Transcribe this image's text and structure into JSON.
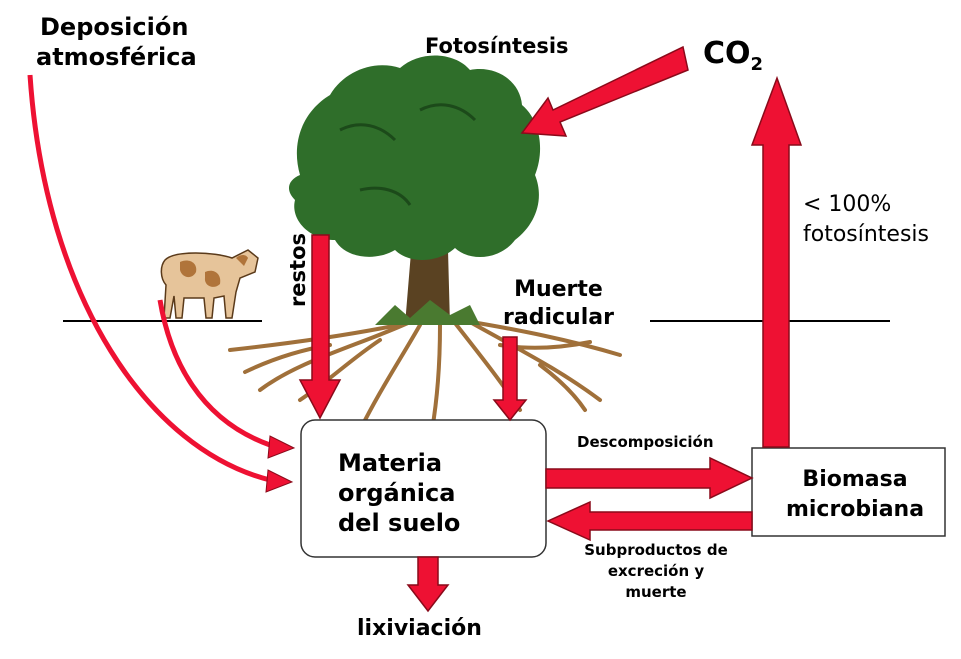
{
  "labels": {
    "deposition_line1": "Deposición",
    "deposition_line2": "atmosférica",
    "photosynthesis": "Fotosíntesis",
    "co2_main": "CO",
    "co2_sub": "2",
    "pct_line1": "< 100%",
    "pct_line2": "fotosíntesis",
    "restos": "restos",
    "root_death_line1": "Muerte",
    "root_death_line2": "radicular",
    "decomposition": "Descomposición",
    "byproducts_line1": "Subproductos de",
    "byproducts_line2": "excreción y",
    "byproducts_line3": "muerte",
    "leaching": "lixiviación"
  },
  "boxes": {
    "organic_matter_line1": "Materia",
    "organic_matter_line2": "orgánica",
    "organic_matter_line3": "del suelo",
    "microbial_line1": "Biomasa",
    "microbial_line2": "microbiana"
  },
  "colors": {
    "arrow_fill": "#ee1133",
    "arrow_stroke": "#8a0a1a",
    "foliage": "#2f6e2a",
    "trunk": "#5a4222",
    "roots": "#a0703a",
    "cow_body": "#e6c49a",
    "cow_spot": "#b0743a"
  },
  "icons": [
    "tree-icon",
    "cow-icon"
  ]
}
